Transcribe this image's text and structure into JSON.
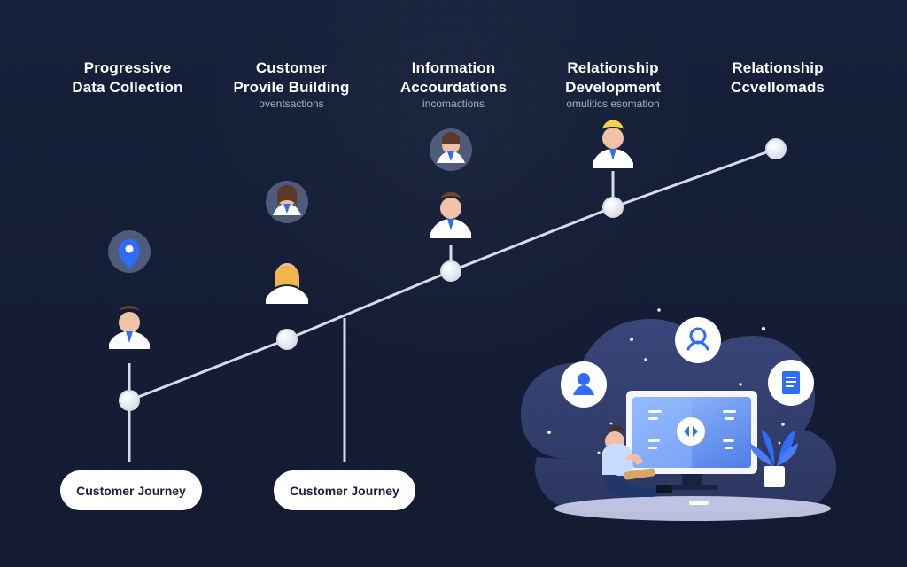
{
  "stages": [
    {
      "id": "progressive",
      "title_line1": "Progressive",
      "title_line2": "Data Collection",
      "subtitle": ""
    },
    {
      "id": "profile",
      "title_line1": "Customer",
      "title_line2": "Provile Building",
      "subtitle": "oventsactions"
    },
    {
      "id": "info",
      "title_line1": "Information",
      "title_line2": "Accourdations",
      "subtitle": "incomactions"
    },
    {
      "id": "relationship-dev",
      "title_line1": "Relationship",
      "title_line2": "Development",
      "subtitle": "omulitics esomation"
    },
    {
      "id": "relationship-end",
      "title_line1": "Relationship",
      "title_line2": "Ccvellomads",
      "subtitle": ""
    }
  ],
  "journey_labels": [
    {
      "text": "Customer Journey"
    },
    {
      "text": "Customer Journey"
    }
  ],
  "colors": {
    "background": "#171f35",
    "line": "#d7dbe6",
    "node": "#f5f7fb",
    "node_alt": "#dce2ed",
    "pill": "#ffffff",
    "text": "#ffffff",
    "subtext": "#a8b0c3",
    "accent": "#2f6df6",
    "accent_soft": "#6f8ed6",
    "cloud": "#313d68"
  },
  "icons": [
    "location-pin-icon",
    "person-avatar-icon",
    "user-circle-icon",
    "document-icon",
    "sparkle-icon",
    "monitor-icon",
    "plant-icon"
  ]
}
